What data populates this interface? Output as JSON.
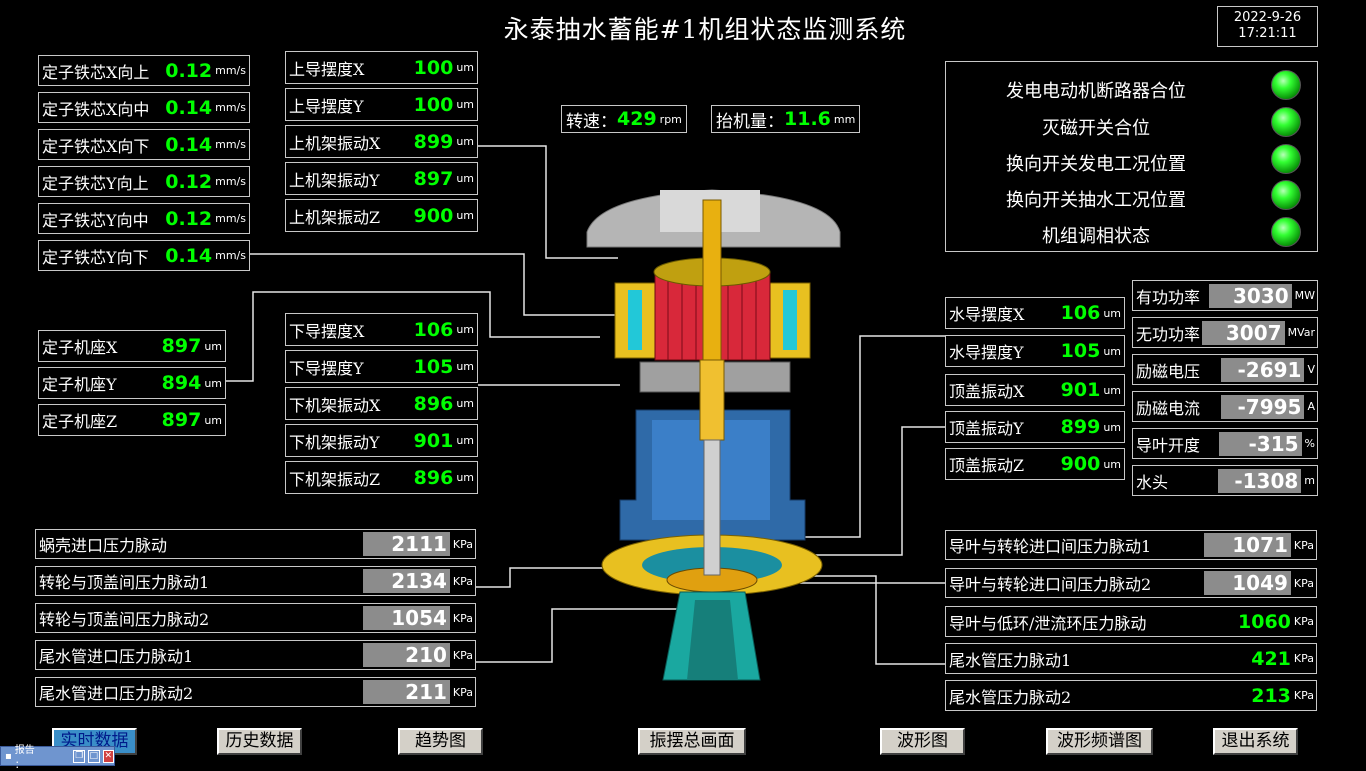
{
  "title": "永泰抽水蓄能#1机组状态监测系统",
  "datetime": {
    "date": "2022-9-26",
    "time": "17:21:11"
  },
  "stator_core": [
    {
      "label": "定子铁芯X向上",
      "value": "0.12",
      "unit": "mm/s"
    },
    {
      "label": "定子铁芯X向中",
      "value": "0.14",
      "unit": "mm/s"
    },
    {
      "label": "定子铁芯X向下",
      "value": "0.14",
      "unit": "mm/s"
    },
    {
      "label": "定子铁芯Y向上",
      "value": "0.12",
      "unit": "mm/s"
    },
    {
      "label": "定子铁芯Y向中",
      "value": "0.12",
      "unit": "mm/s"
    },
    {
      "label": "定子铁芯Y向下",
      "value": "0.14",
      "unit": "mm/s"
    }
  ],
  "upper_guide": [
    {
      "label": "上导摆度X",
      "value": "100",
      "unit": "um"
    },
    {
      "label": "上导摆度Y",
      "value": "100",
      "unit": "um"
    },
    {
      "label": "上机架振动X",
      "value": "899",
      "unit": "um"
    },
    {
      "label": "上机架振动Y",
      "value": "897",
      "unit": "um"
    },
    {
      "label": "上机架振动Z",
      "value": "900",
      "unit": "um"
    }
  ],
  "stator_base": [
    {
      "label": "定子机座X",
      "value": "897",
      "unit": "um"
    },
    {
      "label": "定子机座Y",
      "value": "894",
      "unit": "um"
    },
    {
      "label": "定子机座Z",
      "value": "897",
      "unit": "um"
    }
  ],
  "lower_guide": [
    {
      "label": "下导摆度X",
      "value": "106",
      "unit": "um"
    },
    {
      "label": "下导摆度Y",
      "value": "105",
      "unit": "um"
    },
    {
      "label": "下机架振动X",
      "value": "896",
      "unit": "um"
    },
    {
      "label": "下机架振动Y",
      "value": "901",
      "unit": "um"
    },
    {
      "label": "下机架振动Z",
      "value": "896",
      "unit": "um"
    }
  ],
  "speed": {
    "label": "转速：",
    "value": "429",
    "unit": "rpm"
  },
  "lift": {
    "label": "抬机量：",
    "value": "11.6",
    "unit": "mm"
  },
  "status": [
    {
      "label": "发电电动机断路器合位",
      "color": "#22ff22"
    },
    {
      "label": "灭磁开关合位",
      "color": "#22ff22"
    },
    {
      "label": "换向开关发电工况位置",
      "color": "#22ff22"
    },
    {
      "label": "换向开关抽水工况位置",
      "color": "#22ff22"
    },
    {
      "label": "机组调相状态",
      "color": "#22ff22"
    }
  ],
  "water_guide": [
    {
      "label": "水导摆度X",
      "value": "106",
      "unit": "um"
    },
    {
      "label": "水导摆度Y",
      "value": "105",
      "unit": "um"
    }
  ],
  "head_cover": [
    {
      "label": "顶盖振动X",
      "value": "901",
      "unit": "um"
    },
    {
      "label": "顶盖振动Y",
      "value": "899",
      "unit": "um"
    },
    {
      "label": "顶盖振动Z",
      "value": "900",
      "unit": "um"
    }
  ],
  "electrical": [
    {
      "label": "有功功率",
      "value": "3030",
      "unit": "MW"
    },
    {
      "label": "无功功率",
      "value": "3007",
      "unit": "MVar"
    },
    {
      "label": "励磁电压",
      "value": "-2691",
      "unit": "V"
    },
    {
      "label": "励磁电流",
      "value": "-7995",
      "unit": "A"
    },
    {
      "label": "导叶开度",
      "value": "-315",
      "unit": "%"
    },
    {
      "label": "水头",
      "value": "-1308",
      "unit": "m"
    }
  ],
  "pressure_left": [
    {
      "label": "蜗壳进口压力脉动",
      "value": "2111",
      "unit": "KPa"
    },
    {
      "label": "转轮与顶盖间压力脉动1",
      "value": "2134",
      "unit": "KPa"
    },
    {
      "label": "转轮与顶盖间压力脉动2",
      "value": "1054",
      "unit": "KPa"
    },
    {
      "label": "尾水管进口压力脉动1",
      "value": "210",
      "unit": "KPa"
    },
    {
      "label": "尾水管进口压力脉动2",
      "value": "211",
      "unit": "KPa"
    }
  ],
  "pressure_right_gray": [
    {
      "label": "导叶与转轮进口间压力脉动1",
      "value": "1071",
      "unit": "KPa"
    },
    {
      "label": "导叶与转轮进口间压力脉动2",
      "value": "1049",
      "unit": "KPa"
    }
  ],
  "pressure_right_green": [
    {
      "label": "导叶与低环/泄流环压力脉动",
      "value": "1060",
      "unit": "KPa"
    },
    {
      "label": "尾水管压力脉动1",
      "value": "421",
      "unit": "KPa"
    },
    {
      "label": "尾水管压力脉动2",
      "value": "213",
      "unit": "KPa"
    }
  ],
  "nav": [
    "实时数据",
    "历史数据",
    "趋势图",
    "振摆总画面",
    "波形图",
    "波形频谱图",
    "退出系统"
  ],
  "taskbar": {
    "label": "报告 ："
  }
}
